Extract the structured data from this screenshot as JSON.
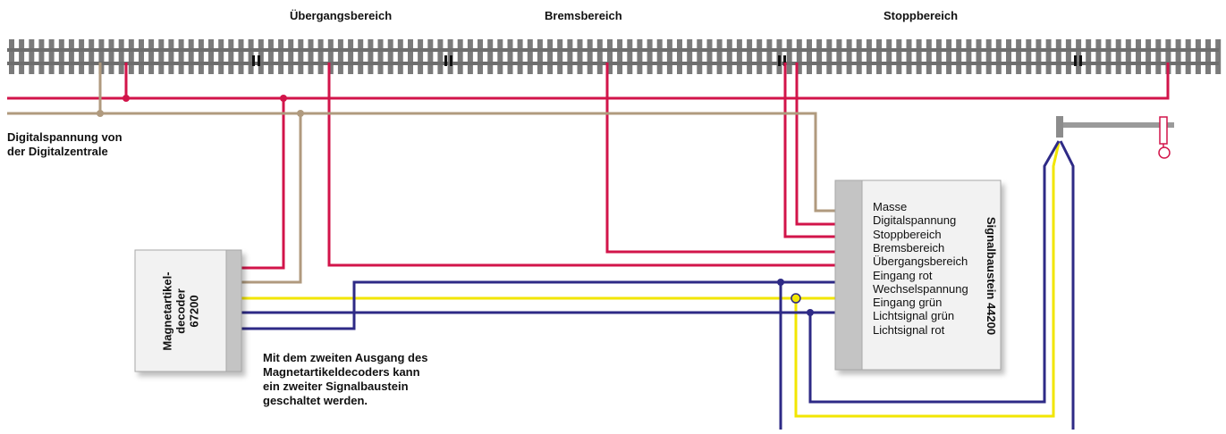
{
  "section_labels": {
    "uebergang": "Übergangsbereich",
    "brems": "Bremsbereich",
    "stopp": "Stoppbereich"
  },
  "digital_note": "Digitalspannung von\nder Digitalzentrale",
  "decoder": {
    "title": "Magnetartikel-\ndecoder\n67200"
  },
  "signal_module": {
    "title": "Signalbaustein 44200",
    "terminals": [
      "Masse",
      "Digitalspannung",
      "Stoppbereich",
      "Bremsbereich",
      "Übergangsbereich",
      "Eingang rot",
      "Wechselspannung",
      "Eingang grün",
      "Lichtsignal grün",
      "Lichtsignal rot"
    ]
  },
  "second_output_note": "Mit dem zweiten Ausgang des\nMagnetartikeldecoders kann\nein zweiter Signalbaustein\ngeschaltet werden.",
  "colors": {
    "red_wire": "#d2144a",
    "brown_wire": "#b09a7e",
    "blue_wire": "#2e2a86",
    "yellow_wire": "#f2e600",
    "box_fill": "#f2f2f2",
    "box_side": "#c4c4c4",
    "track": "#7a7a7a"
  }
}
